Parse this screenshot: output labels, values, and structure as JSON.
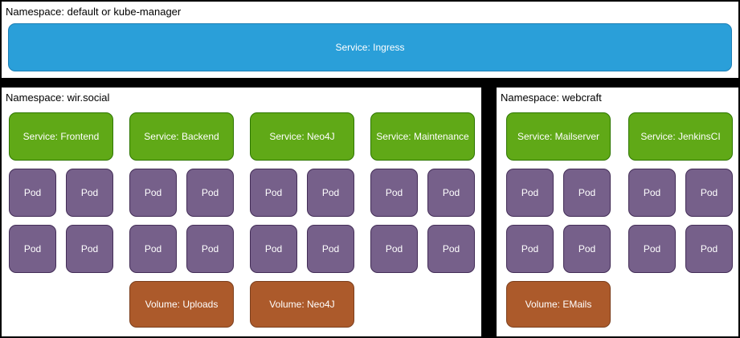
{
  "colors": {
    "background": "#000000",
    "panel": "#ffffff",
    "ingress_fill": "#2A9FD9",
    "ingress_stroke": "#1E7FB5",
    "service_fill": "#60A917",
    "service_stroke": "#2D7600",
    "pod_fill": "#76608A",
    "pod_stroke": "#432D57",
    "volume_fill": "#AC5A2B",
    "volume_stroke": "#7C3F1D"
  },
  "top_panel": {
    "namespace_label": "Namespace: default or kube-manager",
    "service_label": "Service: Ingress"
  },
  "left_panel": {
    "namespace_label": "Namespace: wir.social",
    "groups": [
      {
        "service_label": "Service: Frontend",
        "pods": [
          "Pod",
          "Pod",
          "Pod",
          "Pod"
        ]
      },
      {
        "service_label": "Service: Backend",
        "pods": [
          "Pod",
          "Pod",
          "Pod",
          "Pod"
        ],
        "volume_label": "Volume: Uploads"
      },
      {
        "service_label": "Service: Neo4J",
        "pods": [
          "Pod",
          "Pod",
          "Pod",
          "Pod"
        ],
        "volume_label": "Volume: Neo4J"
      },
      {
        "service_label": "Service: Maintenance",
        "pods": [
          "Pod",
          "Pod",
          "Pod",
          "Pod"
        ]
      }
    ]
  },
  "right_panel": {
    "namespace_label": "Namespace: webcraft",
    "groups": [
      {
        "service_label": "Service: Mailserver",
        "pods": [
          "Pod",
          "Pod",
          "Pod",
          "Pod"
        ],
        "volume_label": "Volume: EMails"
      },
      {
        "service_label": "Service: JenkinsCI",
        "pods": [
          "Pod",
          "Pod",
          "Pod",
          "Pod"
        ]
      }
    ]
  }
}
